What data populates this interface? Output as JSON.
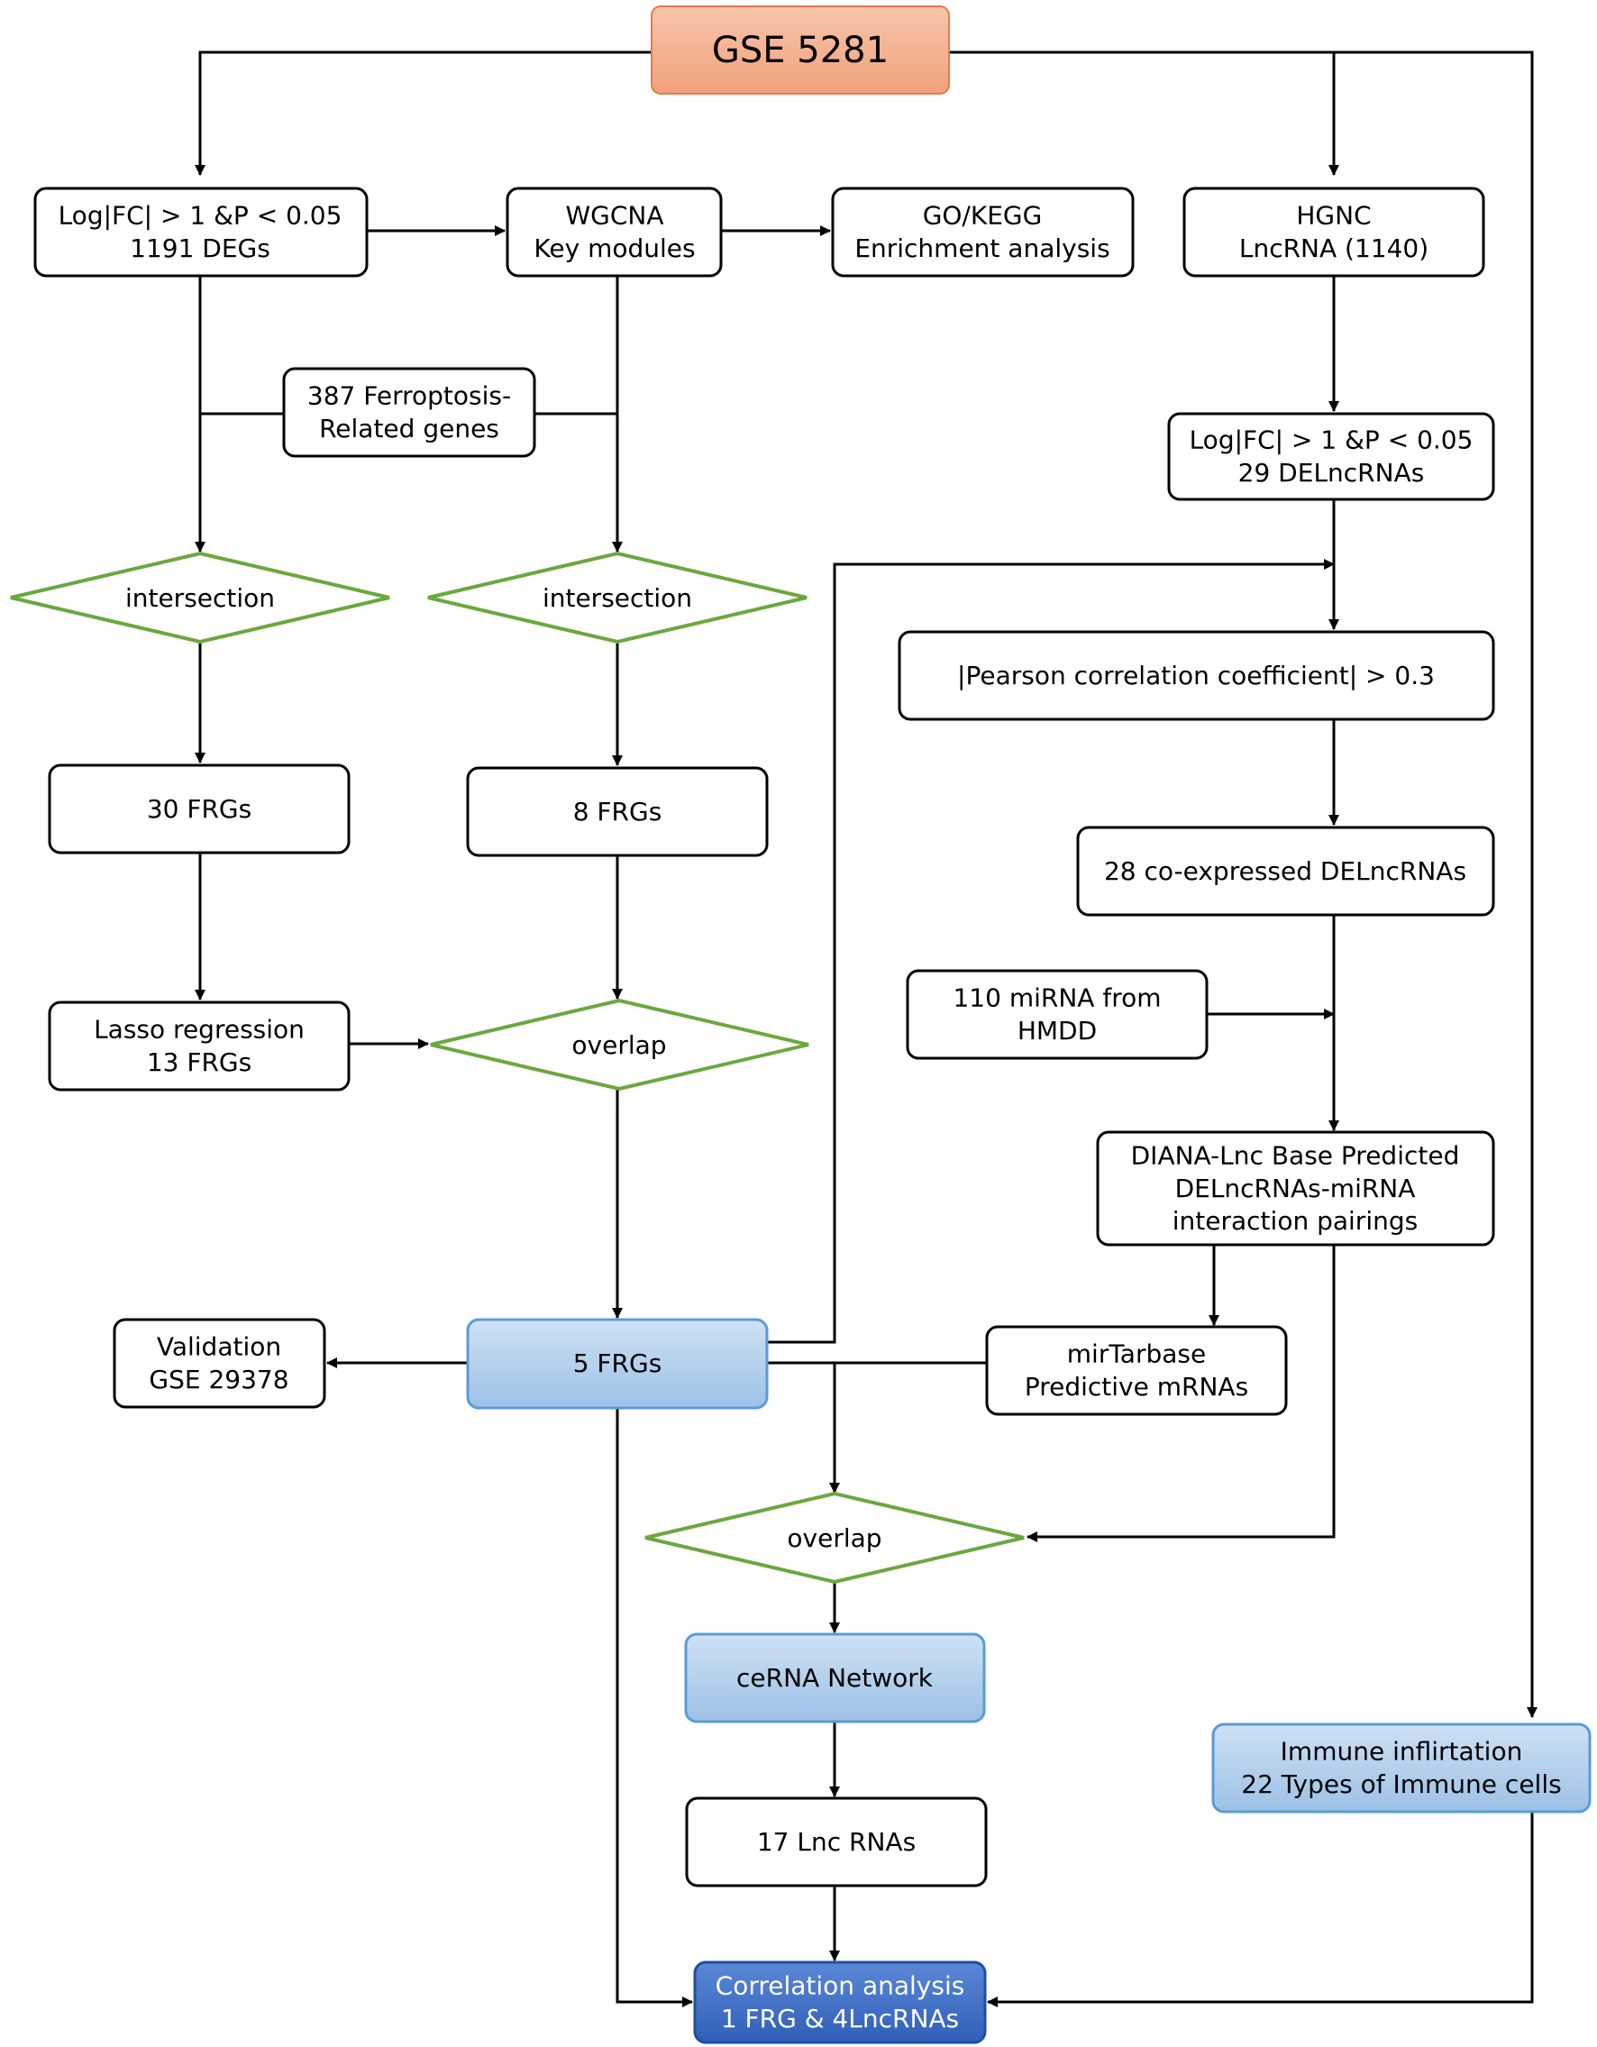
{
  "colors": {
    "stroke": "#000000",
    "diamond_stroke": "#6aa83e",
    "start_fill_top": "#f7c6ab",
    "start_fill_bottom": "#f1a07a",
    "start_stroke": "#e57b48",
    "blue_light_top": "#cfe1f4",
    "blue_light_bottom": "#9cc1e6",
    "blue_light_stroke": "#5b9bd5",
    "blue_dark_top": "#5b88d6",
    "blue_dark_bottom": "#2f5fb8",
    "blue_dark_stroke": "#1f4e9f"
  },
  "nodes": {
    "gse5281": {
      "lines": [
        "GSE 5281"
      ]
    },
    "degs": {
      "lines": [
        "Log|FC| > 1 &P < 0.05",
        "1191 DEGs"
      ]
    },
    "wgcna": {
      "lines": [
        "WGCNA",
        "Key modules"
      ]
    },
    "gokegg": {
      "lines": [
        "GO/KEGG",
        "Enrichment analysis"
      ]
    },
    "hgnc": {
      "lines": [
        "HGNC",
        "LncRNA (1140)"
      ]
    },
    "ferroptosis": {
      "lines": [
        "387 Ferroptosis-",
        "Related genes"
      ]
    },
    "delnc": {
      "lines": [
        "Log|FC| > 1 &P < 0.05",
        "29 DELncRNAs"
      ]
    },
    "intersect1": {
      "lines": [
        "intersection"
      ]
    },
    "intersect2": {
      "lines": [
        "intersection"
      ]
    },
    "pearson": {
      "lines": [
        "|Pearson correlation coefficient| > 0.3"
      ]
    },
    "frg30": {
      "lines": [
        "30 FRGs"
      ]
    },
    "frg8": {
      "lines": [
        "8 FRGs"
      ]
    },
    "coexp": {
      "lines": [
        "28 co-expressed DELncRNAs"
      ]
    },
    "mirna110": {
      "lines": [
        "110 miRNA from",
        "HMDD"
      ]
    },
    "lasso": {
      "lines": [
        "Lasso regression",
        "13 FRGs"
      ]
    },
    "overlap1": {
      "lines": [
        "overlap"
      ]
    },
    "diana": {
      "lines": [
        "DIANA-Lnc Base Predicted",
        "DELncRNAs-miRNA",
        "interaction pairings"
      ]
    },
    "validation": {
      "lines": [
        "Validation",
        "GSE 29378"
      ]
    },
    "frg5": {
      "lines": [
        "5 FRGs"
      ]
    },
    "mirtar": {
      "lines": [
        "mirTarbase",
        "Predictive mRNAs"
      ]
    },
    "overlap2": {
      "lines": [
        "overlap"
      ]
    },
    "cerna": {
      "lines": [
        "ceRNA Network"
      ]
    },
    "immune": {
      "lines": [
        "Immune inflirtation",
        "22 Types of Immune cells"
      ]
    },
    "lnc17": {
      "lines": [
        "17 Lnc RNAs"
      ]
    },
    "corr": {
      "lines": [
        "Correlation analysis",
        "1 FRG & 4LncRNAs"
      ]
    }
  }
}
